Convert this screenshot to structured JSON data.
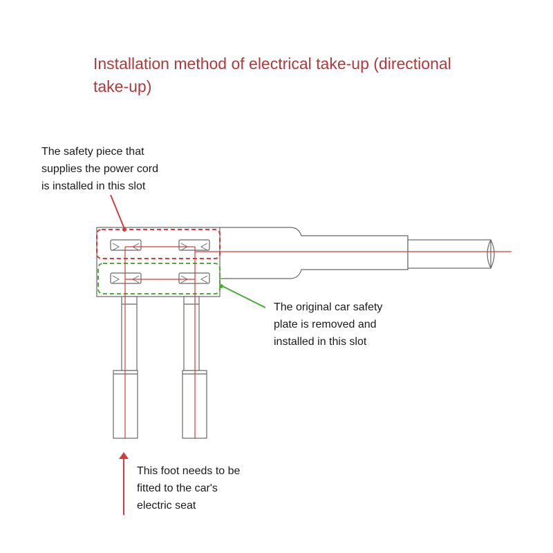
{
  "title": {
    "line1": "Installation method of electrical take-up (directional",
    "line2": "take-up)"
  },
  "annotations": {
    "top": [
      "The safety piece that",
      "supplies the power cord",
      " is installed in this slot"
    ],
    "right": [
      "The original car safety",
      "plate is removed and",
      "installed in this slot"
    ],
    "bottom": [
      "This foot needs to be",
      "fitted to the car's",
      "electric seat"
    ]
  },
  "colors": {
    "title": "#b03a3a",
    "red_line": "#d43c3c",
    "green_line": "#4caa3a",
    "outline": "#666666"
  }
}
